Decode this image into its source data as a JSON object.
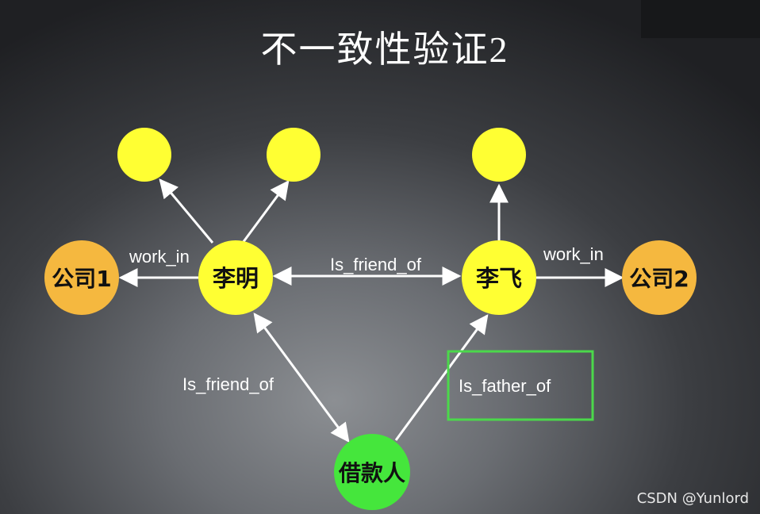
{
  "title": "不一致性验证2",
  "nodes": {
    "liming": "李明",
    "lifei": "李飞",
    "company1": "公司1",
    "company2": "公司2",
    "borrower": "借款人"
  },
  "edges": {
    "liming_company1": "work_in",
    "liming_lifei": "Is_friend_of",
    "lifei_company2": "work_in",
    "borrower_liming": "Is_friend_of",
    "borrower_lifei": "Is_father_of"
  },
  "colors": {
    "person": "#ffff33",
    "company": "#f5b83f",
    "borrower": "#45e63c",
    "highlight": "#4bd84b",
    "edge": "#ffffff"
  },
  "watermark": "CSDN @Yunlord"
}
